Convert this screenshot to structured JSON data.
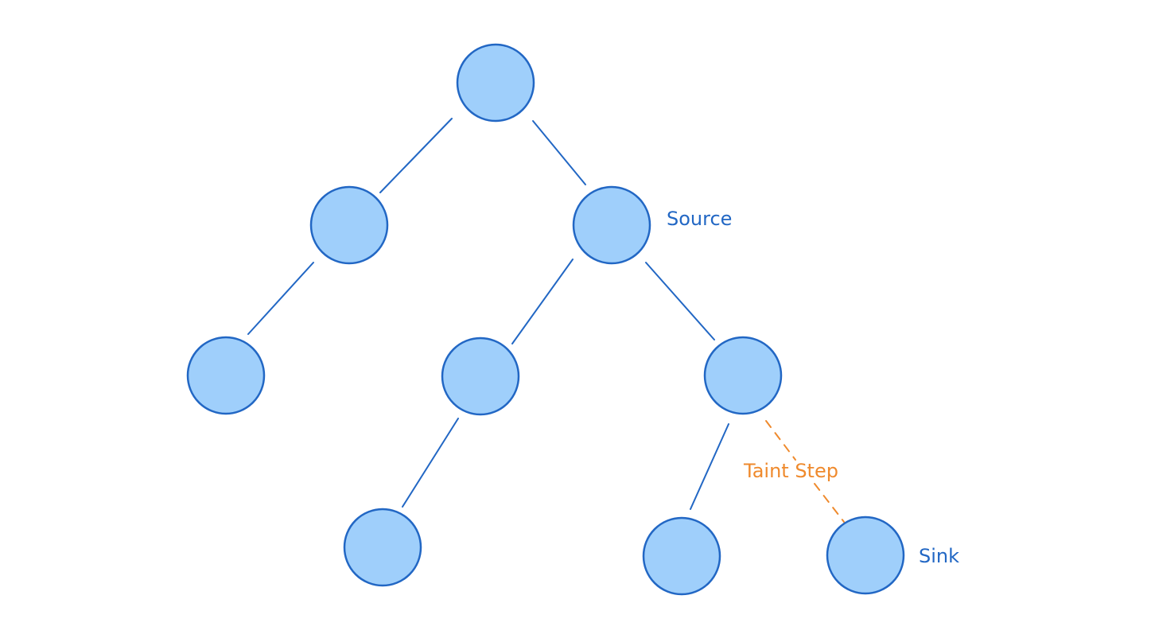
{
  "diagram": {
    "labels": {
      "source": "Source",
      "sink": "Sink",
      "taint_step": "Taint Step"
    },
    "colors": {
      "node_fill": "#9fcffb",
      "node_stroke": "#2267c4",
      "edge": "#2267c4",
      "label": "#2267c4",
      "taint": "#ef8a2d",
      "background": "#ffffff"
    }
  }
}
